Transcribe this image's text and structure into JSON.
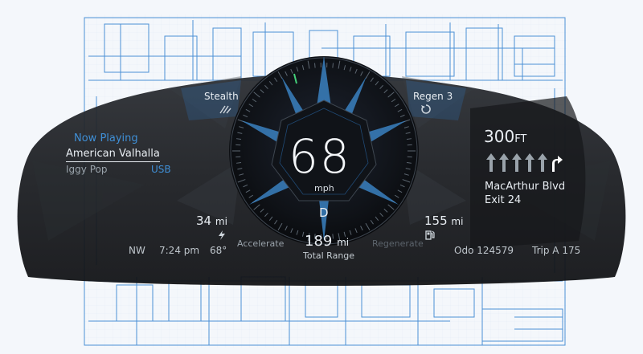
{
  "colors": {
    "accent": "#3f8fd6",
    "panel": "#1a1c20",
    "text": "#e8edf2",
    "muted": "#9aa3ab"
  },
  "media": {
    "heading": "Now Playing",
    "track": "American Valhalla",
    "artist": "Iggy Pop",
    "source": "USB",
    "heading_color": "#3f8fd6"
  },
  "modes": {
    "left": "Stealth",
    "right": "Regen 3"
  },
  "speed": {
    "value": "68",
    "unit": "mph",
    "gear": "D"
  },
  "range": {
    "electric_value": "34",
    "electric_unit": "mi",
    "fuel_value": "155",
    "fuel_unit": "mi",
    "total_value": "189",
    "total_unit": "mi",
    "total_label": "Total Range"
  },
  "gauge_labels": {
    "left": "Accelerate",
    "right": "Regenerate"
  },
  "status": {
    "heading": "NW",
    "time": "7:24 pm",
    "temperature": "68°"
  },
  "navigation": {
    "distance": "300",
    "distance_unit": "FT",
    "street": "MacArthur Blvd",
    "exit": "Exit 24",
    "lanes": [
      "straight",
      "straight",
      "straight",
      "straight",
      "straight",
      "right-turn"
    ],
    "active_lane_index": 5
  },
  "odometer": {
    "odo_label": "Odo",
    "odo_value": "124579",
    "trip_label": "Trip A",
    "trip_value": "175"
  },
  "icons": {
    "left_mode": "stealth-icon",
    "right_mode": "regen-icon",
    "charge": "electric-charge-icon",
    "fuel": "fuel-pump-icon"
  }
}
